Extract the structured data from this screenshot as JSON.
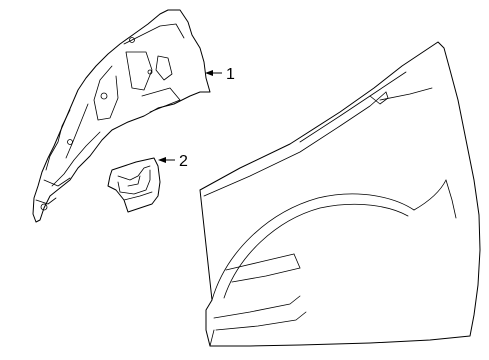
{
  "callouts": [
    {
      "id": 1,
      "label": "1"
    },
    {
      "id": 2,
      "label": "2"
    }
  ],
  "colors": {
    "line": "#000000",
    "background": "#ffffff"
  }
}
